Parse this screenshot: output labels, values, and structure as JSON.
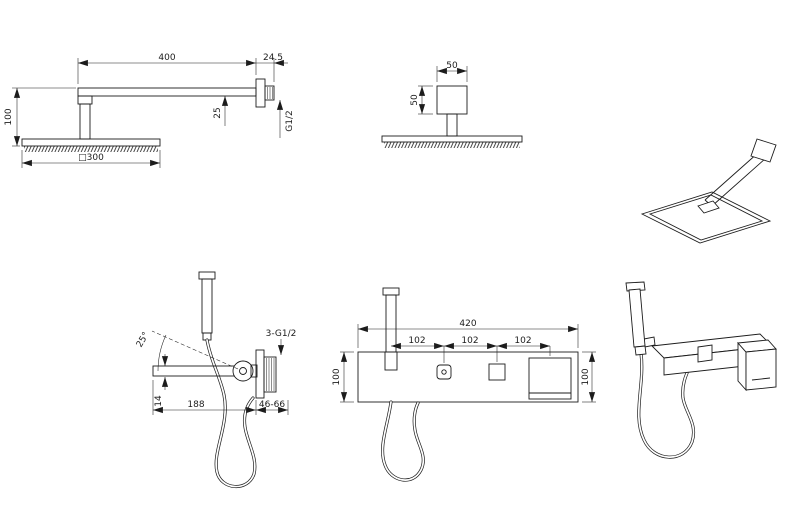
{
  "sheet": {
    "background": "#ffffff",
    "ink": "#1c1c1c"
  },
  "views": {
    "head_side": {
      "arm_length": "400",
      "flange_depth": "24.5",
      "drop_height": "100",
      "arm_thickness": "25",
      "head_size": "□300",
      "thread": "G1/2"
    },
    "head_front": {
      "width": "50",
      "height": "50"
    },
    "valve_side": {
      "lever_angle": "25°",
      "connections": "3-G1/2",
      "lever_height": "14",
      "lever_length": "188",
      "mounting_depth": "46-66"
    },
    "panel_front": {
      "width": "420",
      "pitches": [
        "102",
        "102",
        "102"
      ],
      "height_left": "100",
      "height_right": "100"
    }
  }
}
